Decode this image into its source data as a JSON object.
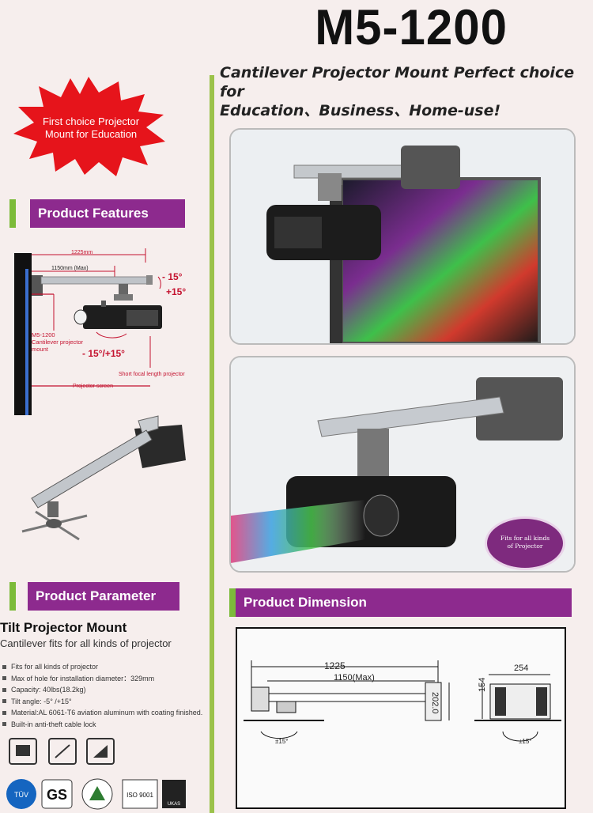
{
  "header": {
    "model": "M5-1200",
    "tagline_line1": "Cantilever Projector Mount Perfect choice for",
    "tagline_line2": "Education、Business、Home-use!"
  },
  "burst": {
    "line1": "First choice Projector",
    "line2": "Mount for Education",
    "color": "#e6141b"
  },
  "sections": {
    "features": "Product Features",
    "parameter": "Product Parameter",
    "dimension": "Product Dimension",
    "bar_color": "#8d2a8e",
    "tab_color": "#7cbb3a"
  },
  "features_diagram": {
    "len_total": "1225mm",
    "len_max": "1150mm (Max)",
    "tilt_top_minus": "- 15°",
    "tilt_top_plus": "+15°",
    "tilt_bottom_minus": "- 15°",
    "tilt_bottom_rest": "/+15°",
    "model_label_1": "M5-1200",
    "model_label_2": "Cantilever projector",
    "model_label_3": "mount",
    "short_focal": "Short focal length projector",
    "projector_screen": "Projector screen"
  },
  "parameter": {
    "title": "Tilt Projector Mount",
    "subtitle": "Cantilever fits for all kinds of projector",
    "items": [
      "Fits for all kinds of projector",
      "Max of hole for  installation diameter：329mm",
      "Capacity:  40lbs(18.2kg)",
      "Tilt angle:  -5° /+15°",
      "Material:AL 6061-T6 aviation aluminum with coating finished.",
      "Built-in anti-theft cable lock"
    ]
  },
  "badge": {
    "line1": "Fits for all kinds",
    "line2": "of Projector"
  },
  "dimension": {
    "total": "1225",
    "max": "1150(Max)",
    "height": "202.0",
    "width_side": "254",
    "height_side": "154",
    "tilt_front": "±15°",
    "tilt_side": "±15°"
  },
  "cert_icons": [
    "capacity-icon",
    "tilt-icon",
    "easy-install-icon"
  ],
  "cert_logos": [
    "TÜV",
    "GS",
    "ISO 9001",
    "UKAS"
  ]
}
